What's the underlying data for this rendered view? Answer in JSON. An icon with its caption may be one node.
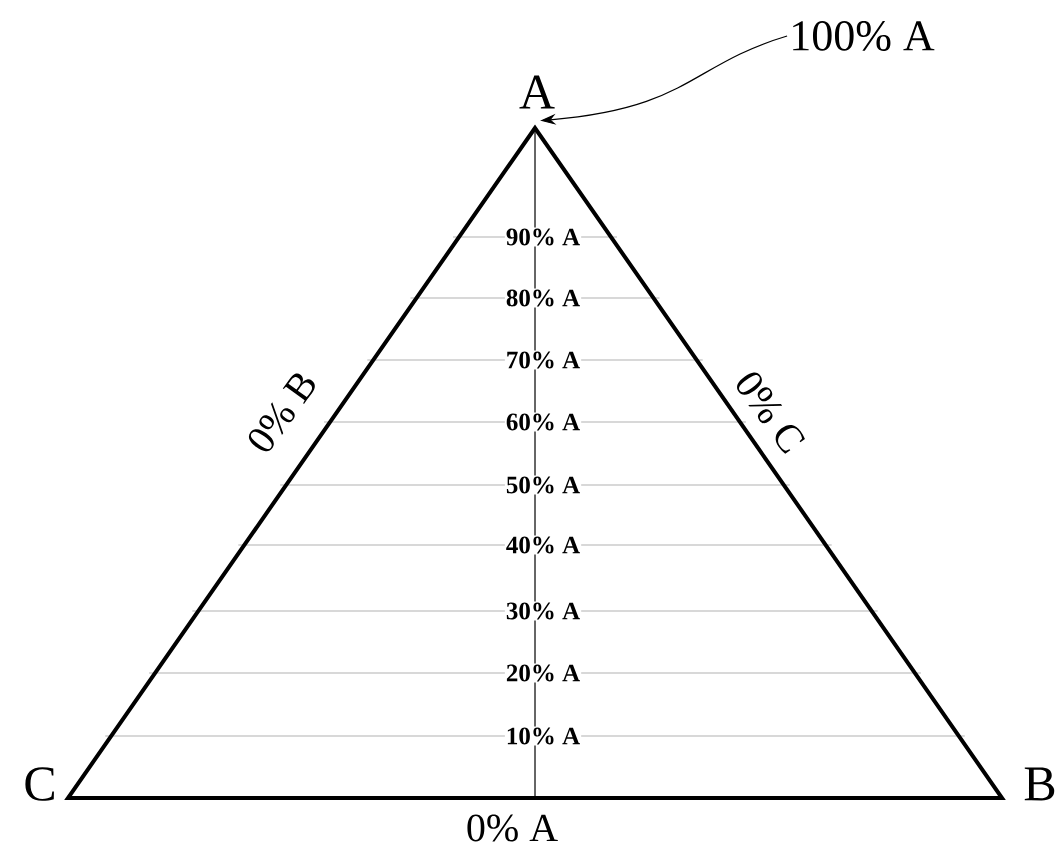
{
  "diagram": {
    "nodes": [
      {
        "text": [
          "100% A"
        ]
      },
      {
        "text": [
          "A"
        ]
      }
    ],
    "edges": [
      {
        "from": 0,
        "to": 1,
        "arrow": "to"
      }
    ],
    "labels": [
      "0% B",
      "0% C",
      "90% A",
      "80% A",
      "70% A",
      "60% A",
      "50% A",
      "40% A",
      "30% A",
      "20% A",
      "10% A",
      "C",
      "B",
      "0% A"
    ]
  }
}
